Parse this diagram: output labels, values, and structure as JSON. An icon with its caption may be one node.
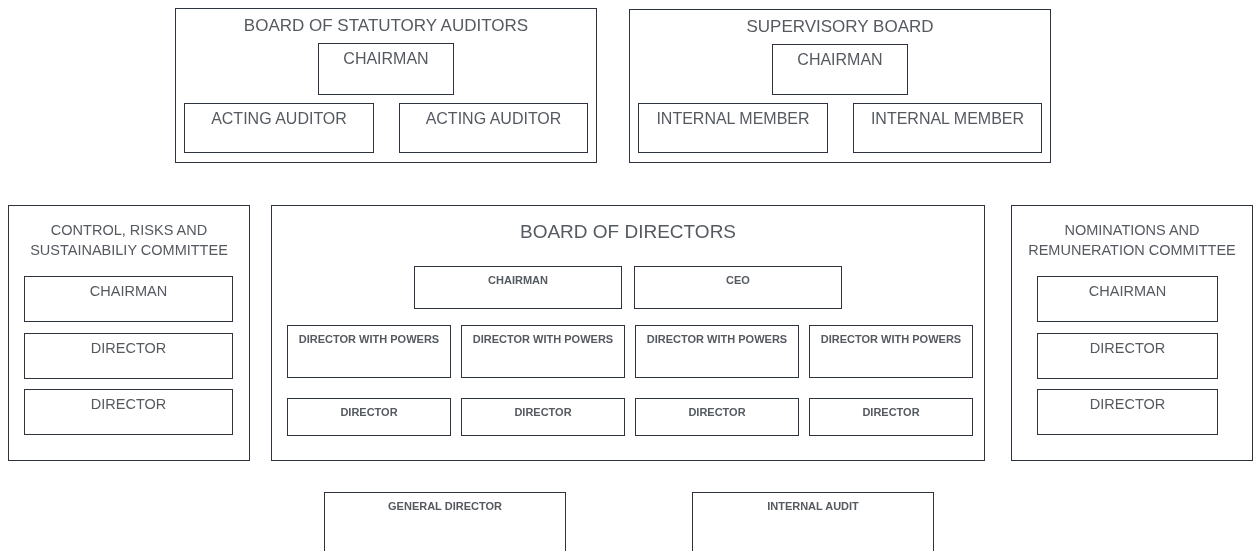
{
  "diagram": {
    "nodes": [
      {
        "text": [
          "BOARD OF STATUTORY AUDITORS"
        ]
      },
      {
        "text": [
          "CHAIRMAN"
        ],
        "in": 0
      },
      {
        "text": [
          "ACTING AUDITOR"
        ],
        "in": 0
      },
      {
        "text": [
          "ACTING AUDITOR"
        ],
        "in": 0
      },
      {
        "text": [
          "SUPERVISORY BOARD"
        ]
      },
      {
        "text": [
          "CHAIRMAN"
        ],
        "in": 4
      },
      {
        "text": [
          "INTERNAL MEMBER"
        ],
        "in": 4
      },
      {
        "text": [
          "INTERNAL MEMBER"
        ],
        "in": 4
      },
      {
        "text": [
          "CONTROL, RISKS AND SUSTAINABILIY COMMITTEE"
        ]
      },
      {
        "text": [
          "CHAIRMAN"
        ],
        "in": 8
      },
      {
        "text": [
          "DIRECTOR"
        ],
        "in": 8
      },
      {
        "text": [
          "DIRECTOR"
        ],
        "in": 8
      },
      {
        "text": [
          "BOARD OF DIRECTORS"
        ]
      },
      {
        "text": [
          "CHAIRMAN"
        ],
        "in": 12
      },
      {
        "text": [
          "CEO"
        ],
        "in": 12
      },
      {
        "text": [
          "DIRECTOR WITH POWERS"
        ],
        "in": 12
      },
      {
        "text": [
          "DIRECTOR WITH POWERS"
        ],
        "in": 12
      },
      {
        "text": [
          "DIRECTOR WITH POWERS"
        ],
        "in": 12
      },
      {
        "text": [
          "DIRECTOR WITH POWERS"
        ],
        "in": 12
      },
      {
        "text": [
          "DIRECTOR"
        ],
        "in": 12
      },
      {
        "text": [
          "DIRECTOR"
        ],
        "in": 12
      },
      {
        "text": [
          "DIRECTOR"
        ],
        "in": 12
      },
      {
        "text": [
          "DIRECTOR"
        ],
        "in": 12
      },
      {
        "text": [
          "NOMINATIONS AND REMUNERATION COMMITTEE"
        ]
      },
      {
        "text": [
          "CHAIRMAN"
        ],
        "in": 23
      },
      {
        "text": [
          "DIRECTOR"
        ],
        "in": 23
      },
      {
        "text": [
          "DIRECTOR"
        ],
        "in": 23
      },
      {
        "text": [
          "GENERAL DIRECTOR"
        ]
      },
      {
        "text": [
          "INTERNAL AUDIT"
        ]
      }
    ],
    "edges": []
  }
}
